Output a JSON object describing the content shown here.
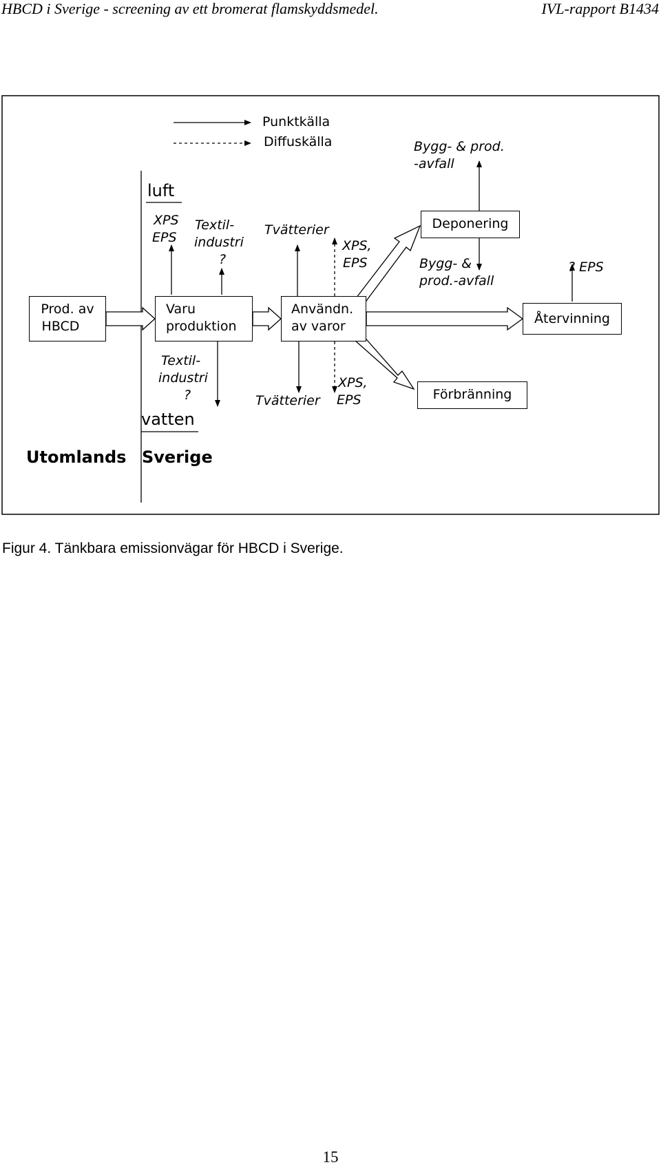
{
  "header": {
    "left": "HBCD i Sverige - screening av ett bromerat flamskyddsmedel.",
    "right": "IVL-rapport B1434"
  },
  "legend": {
    "point_source": "Punktkälla",
    "diffuse_source": "Diffuskälla"
  },
  "compartments": {
    "air": "luft",
    "water": "vatten",
    "abroad": "Utomlands",
    "sweden": "Sverige"
  },
  "boxes": {
    "prod_hbcd": [
      "Prod. av",
      "HBCD"
    ],
    "product_manufacture": [
      "Varu",
      "produktion"
    ],
    "use": [
      "Användn.",
      "av varor"
    ],
    "recycling": "Återvinning",
    "landfill": "Deponering",
    "incineration": "Förbränning"
  },
  "labels": {
    "air_xps_eps": [
      "XPS",
      "EPS"
    ],
    "air_textile": [
      "Textil-",
      "industri",
      "?"
    ],
    "air_laundries": "Tvätterier",
    "air_use_xps_eps": [
      "XPS,",
      "EPS"
    ],
    "waste_top": [
      "Bygg- & prod.",
      "-avfall"
    ],
    "waste_landfill": [
      "Bygg- &",
      "prod.-avfall"
    ],
    "recycling_eps": "? EPS",
    "water_textile": [
      "Textil-",
      "industri",
      "?"
    ],
    "water_laundries": "Tvätterier",
    "water_xps_eps": [
      "XPS,",
      "EPS"
    ]
  },
  "caption": "Figur 4. Tänkbara emissionvägar för HBCD i Sverige.",
  "page_number": "15"
}
